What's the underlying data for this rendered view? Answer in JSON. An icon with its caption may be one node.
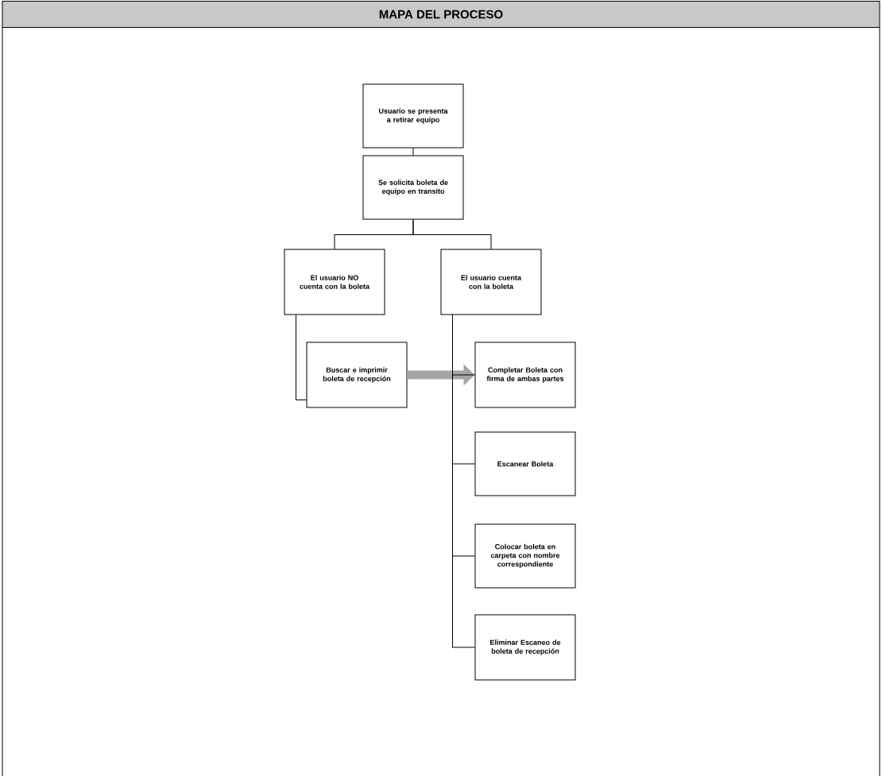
{
  "diagram": {
    "title": "MAPA DEL PROCESO",
    "nodes": [
      {
        "text": [
          "Usuario se presenta a retirar equipo"
        ]
      },
      {
        "text": [
          "Se solicita boleta de equipo en transito"
        ]
      },
      {
        "text": [
          "El usuario NO cuenta con la boleta"
        ]
      },
      {
        "text": [
          "El usuario cuenta con la boleta"
        ]
      },
      {
        "text": [
          "Buscar e imprimir boleta de recepción"
        ]
      },
      {
        "text": [
          "Completar Boleta con firma de ambas partes"
        ]
      },
      {
        "text": [
          "Escanear Boleta"
        ]
      },
      {
        "text": [
          "Colocar boleta en carpeta con nombre correspondiente"
        ]
      },
      {
        "text": [
          "Eliminar Escaneo de boleta de recepción"
        ]
      }
    ],
    "edges": [
      {
        "from": 0,
        "to": 1,
        "arrow": "none"
      },
      {
        "from": 1,
        "to": 2,
        "arrow": "none"
      },
      {
        "from": 1,
        "to": 3,
        "arrow": "none"
      },
      {
        "from": 2,
        "to": 4,
        "arrow": "none"
      },
      {
        "from": 4,
        "to": 5,
        "arrow": "to",
        "style": "thick",
        "color": "#a6a6a6"
      },
      {
        "from": 3,
        "to": 5,
        "arrow": "none"
      },
      {
        "from": 3,
        "to": 6,
        "arrow": "none"
      },
      {
        "from": 3,
        "to": 7,
        "arrow": "none"
      },
      {
        "from": 3,
        "to": 8,
        "arrow": "none"
      }
    ]
  }
}
